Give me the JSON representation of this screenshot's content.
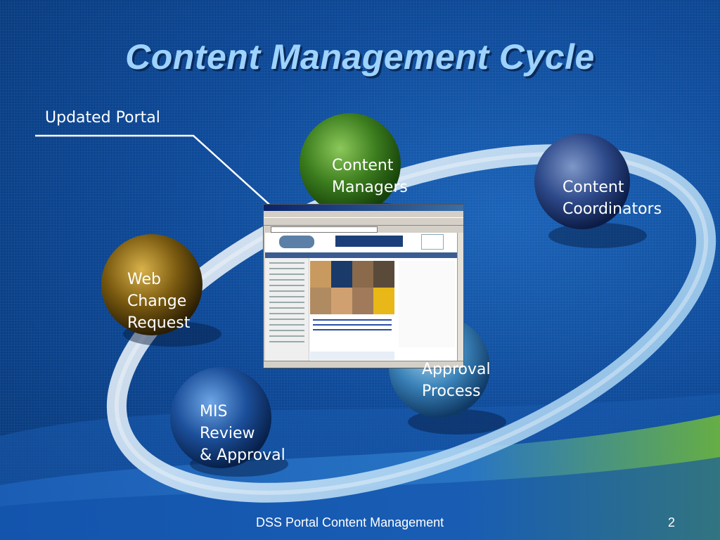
{
  "slide": {
    "title": "Content Management Cycle",
    "callout": "Updated Portal",
    "footer_text": "DSS Portal Content Management",
    "page_number": "2"
  },
  "nodes": {
    "content_managers": {
      "line1": "Content",
      "line2": "Managers",
      "color": "#3c7d1e"
    },
    "content_coordinators": {
      "line1": "Content",
      "line2": "Coordinators",
      "color": "#2e4a8a"
    },
    "approval_process": {
      "line1": "Approval",
      "line2": "Process",
      "color": "#3a82b8"
    },
    "mis_review": {
      "line1": "MIS",
      "line2": "Review",
      "line3": "& Approval",
      "color": "#1c4f9a"
    },
    "web_change_request": {
      "line1": "Web",
      "line2": "Change",
      "line3": "Request",
      "color": "#7a5a10"
    }
  },
  "colors": {
    "background": "#0e4a99",
    "title": "#9ed3ff",
    "ring": "#c9e6fb",
    "green_accent": "#6fb83a"
  }
}
